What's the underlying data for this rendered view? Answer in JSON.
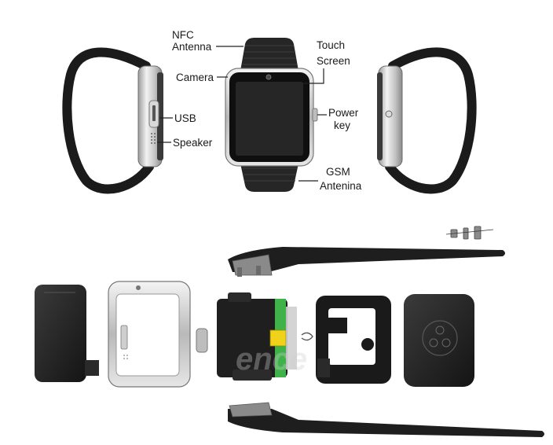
{
  "labels": {
    "nfc_1": "NFC",
    "nfc_2": "Antenna",
    "camera": "Camera",
    "usb": "USB",
    "speaker": "Speaker",
    "touch_1": "Touch",
    "touch_2": "Screen",
    "power_1": "Power",
    "power_2": "key",
    "gsm_1": "GSM",
    "gsm_2": "Antenina"
  },
  "colors": {
    "strap": "#1b1b1b",
    "screen": "#222222",
    "silver_light": "#e8e8e8",
    "silver_mid": "#b8b8b8",
    "silver_dark": "#7c7c7c",
    "board_green": "#3fb34a",
    "connector_yellow": "#f0d21a",
    "leader_line": "#222222"
  },
  "watermark": "ence"
}
